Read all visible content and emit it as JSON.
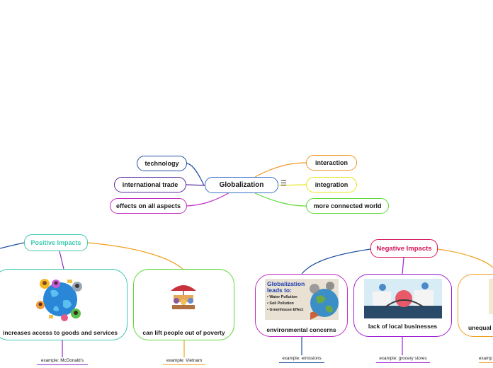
{
  "central": {
    "label": "Globalization",
    "color": "#3a6fc4"
  },
  "left_branches": [
    {
      "label": "technology",
      "color": "#1f4f9e"
    },
    {
      "label": "international trade",
      "color": "#5a2aa0"
    },
    {
      "label": "effects on all aspects",
      "color": "#c42cc4"
    }
  ],
  "right_branches": [
    {
      "label": "interaction",
      "color": "#f0982a"
    },
    {
      "label": "integration",
      "color": "#e6e61e"
    },
    {
      "label": "more connected world",
      "color": "#5fd93a"
    }
  ],
  "menu_icon": "hamburger-icon",
  "positive": {
    "title": "Positive Impacts",
    "color": "#3fc9b0",
    "items": [
      {
        "label": "increases access to goods and services",
        "example": "example: McDonald's",
        "example_color": "#8a2ac4",
        "image": "connected-people-globe-illustration"
      },
      {
        "label": "can lift people out of poverty",
        "example": "example: Vietnam",
        "example_color": "#f0a020",
        "image": "umbrella-shop-illustration"
      }
    ]
  },
  "negative": {
    "title": "Negative Impacts",
    "color": "#d4145a",
    "items": [
      {
        "label": "environmental concerns",
        "example": "example: emissions",
        "example_color": "#1f4f9e",
        "image": "polluted-earth-illustration",
        "image_text": {
          "title": "Globalization",
          "subtitle": "leads to:",
          "bullets": [
            "• Water Pollution",
            "• Soil Pollution",
            "• Greenhouse Effect"
          ]
        }
      },
      {
        "label": "lack of local businesses",
        "example": "example: grocery stores",
        "example_color": "#a020d4",
        "image": "business-handshake-illustration"
      },
      {
        "label": "unequal",
        "example": "examp",
        "example_color": "#f0a020",
        "image": ""
      }
    ]
  }
}
